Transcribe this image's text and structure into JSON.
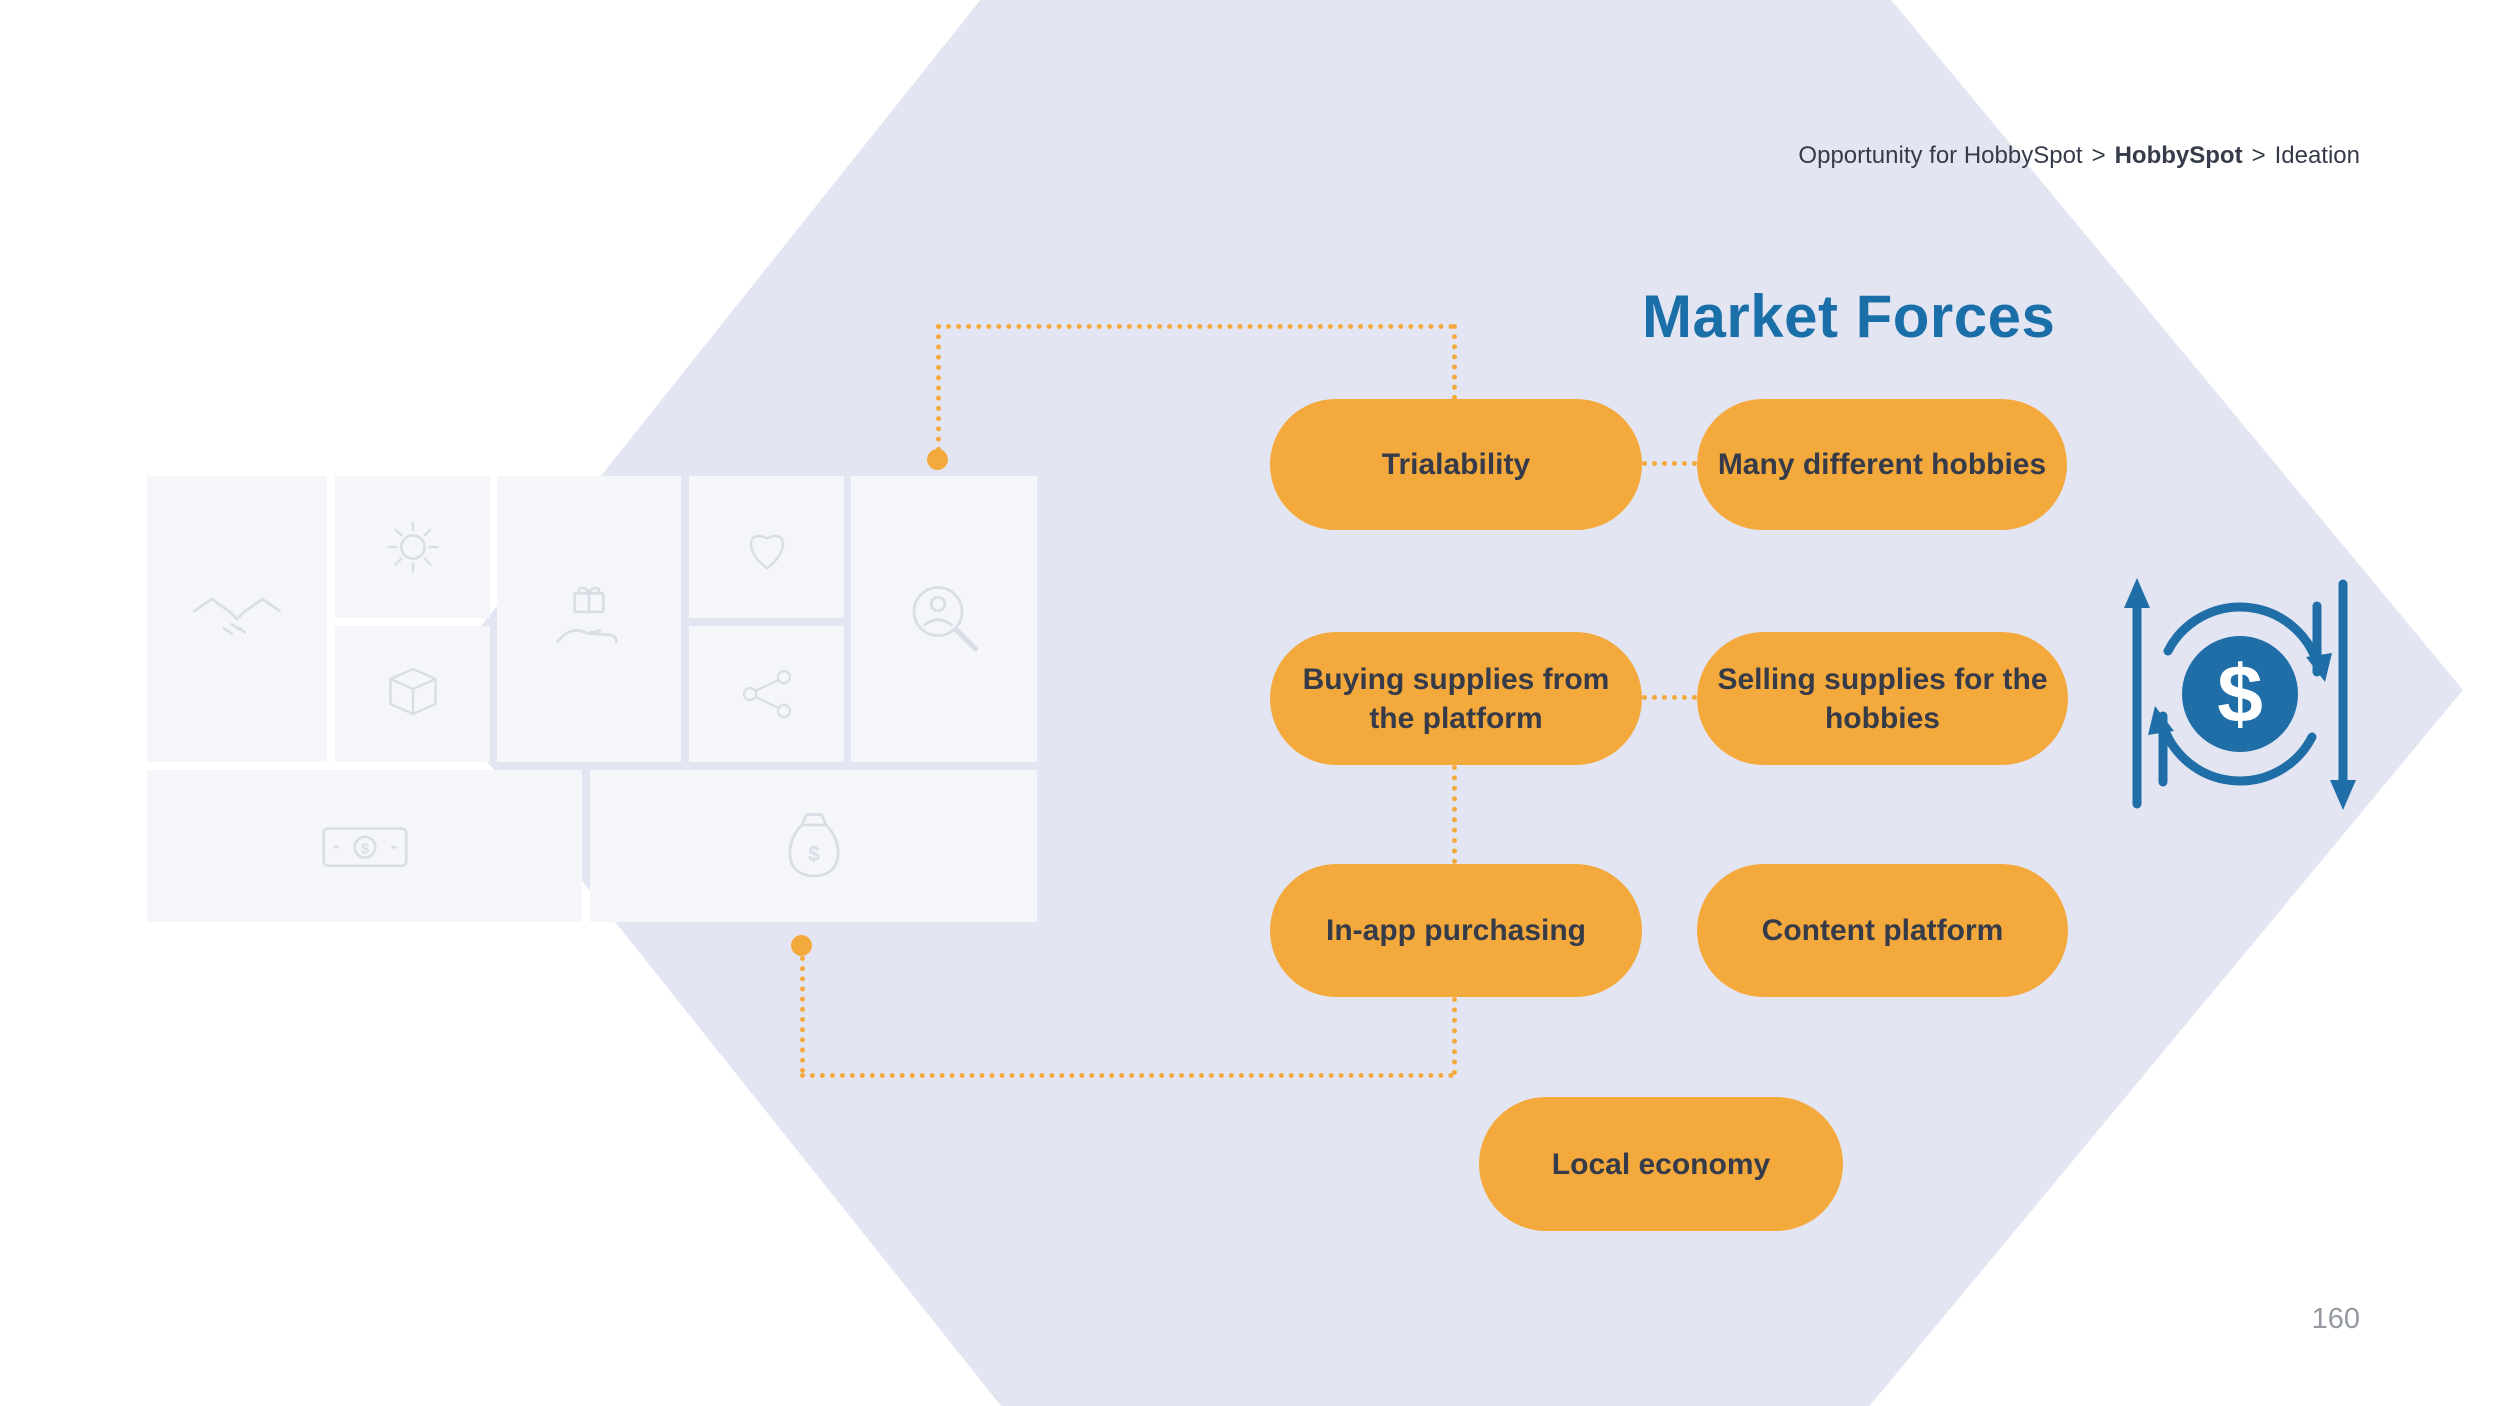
{
  "breadcrumb": {
    "part1": "Opportunity for HobbySpot",
    "separator": ">",
    "part2": "HobbySpot",
    "part3": "Ideation"
  },
  "title": "Market Forces",
  "pills": {
    "trialability": "Trialability",
    "many_hobbies": "Many different hobbies",
    "buying_supplies": "Buying supplies from\nthe platform",
    "selling_supplies": "Selling supplies for the\nhobbies",
    "in_app": "In-app purchasing",
    "content_platform": "Content platform",
    "local_economy": "Local economy"
  },
  "page_number": "160",
  "icons": {
    "canvas_card_icons": [
      "handshake-icon",
      "gear-icon",
      "package-icon",
      "gift-in-hand-icon",
      "heart-icon",
      "share-icon",
      "person-search-icon",
      "banknote-icon",
      "money-bag-icon"
    ],
    "decoration": "dollar-cycle-icon"
  },
  "colors": {
    "accent_orange": "#F4A93C",
    "title_blue": "#1A6FA9",
    "icon_blue": "#1F6EA7",
    "diamond_bg": "#E3E6F2",
    "text_dark": "#363B49",
    "card_bg": "#F4F6FA",
    "card_icon": "#D9DDE5",
    "muted": "#9398A1"
  }
}
